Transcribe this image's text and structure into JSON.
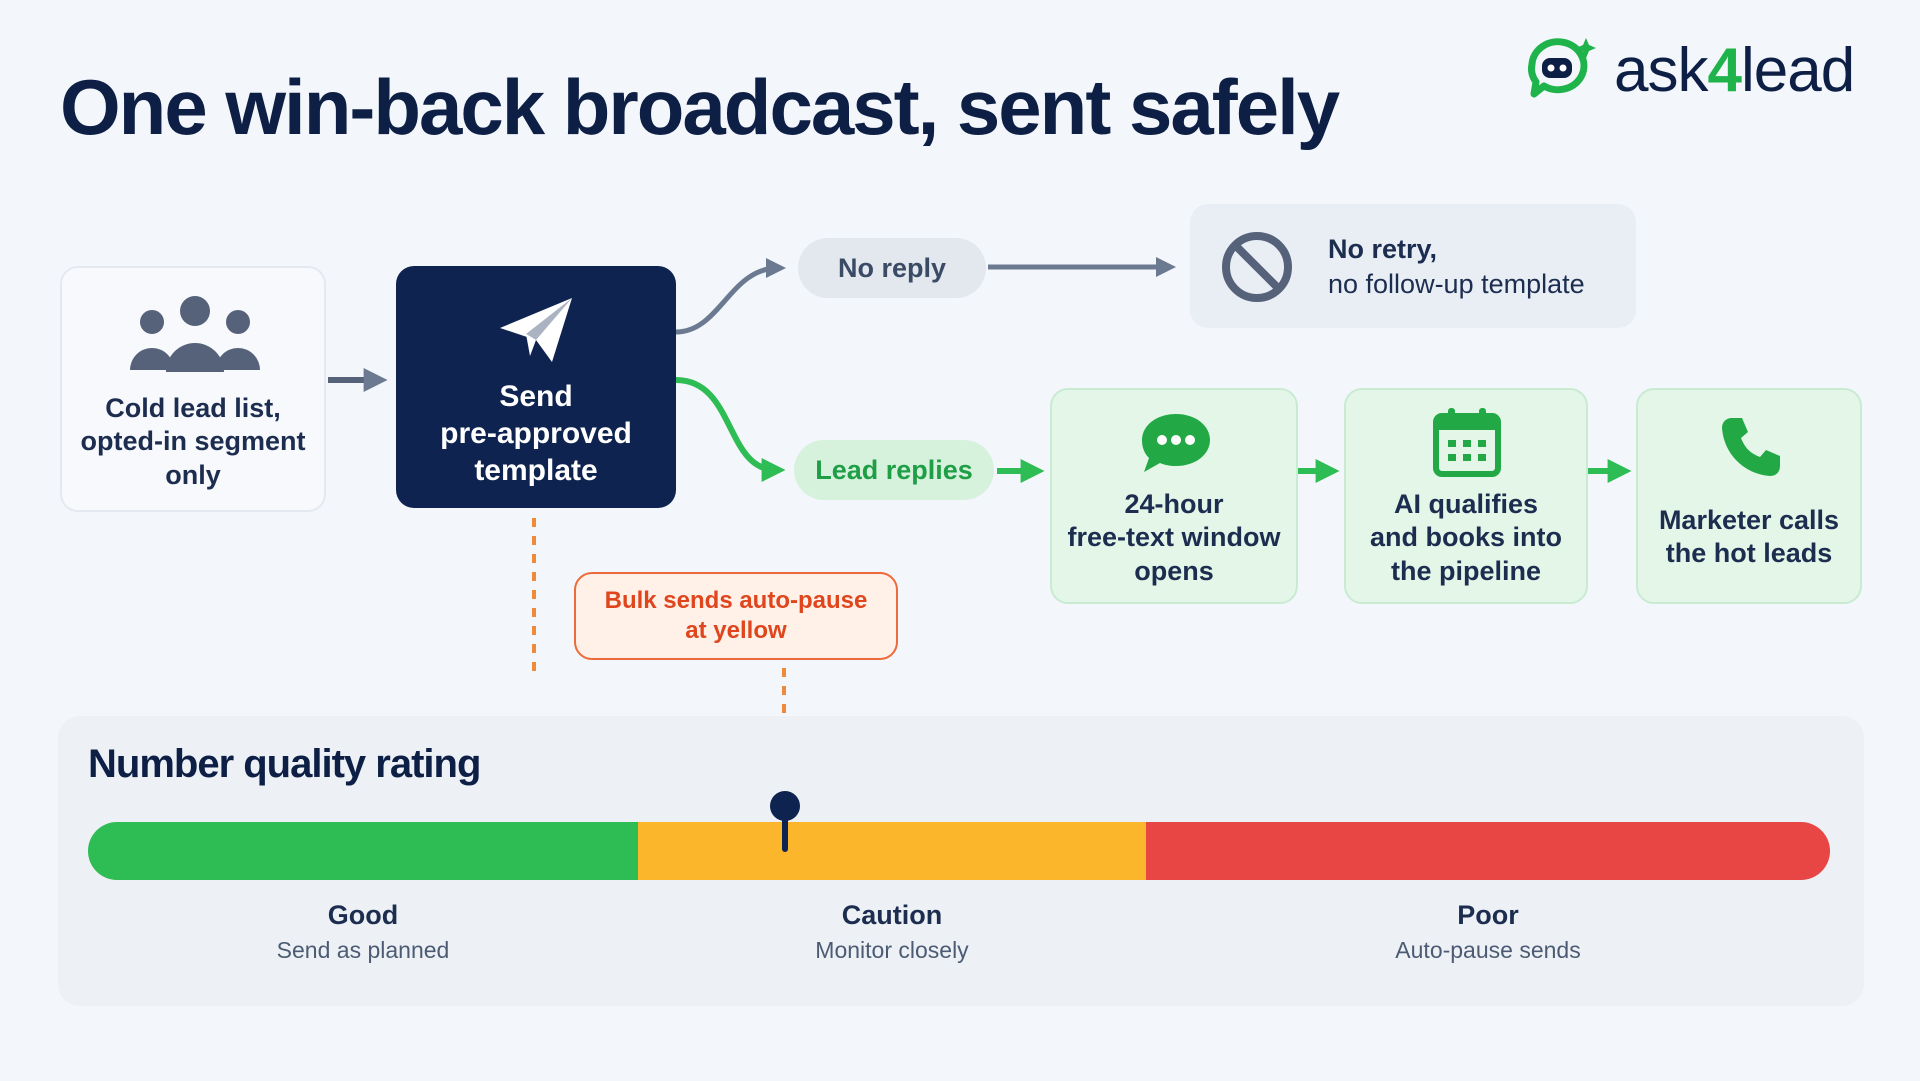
{
  "header": {
    "title": "One win-back broadcast, sent safely",
    "logo_text": "ask4lead"
  },
  "flow": {
    "cold_list": {
      "icon": "people-group-icon",
      "line1": "Cold lead list,",
      "line2": "opted-in segment",
      "line3": "only"
    },
    "send": {
      "icon": "paper-plane-icon",
      "line1": "Send",
      "line2": "pre-approved",
      "line3": "template"
    },
    "no_reply": {
      "label": "No reply",
      "outcome_icon": "prohibited-icon",
      "outcome_line1": "No retry,",
      "outcome_line2": "no follow-up template"
    },
    "lead_replies": {
      "label": "Lead replies"
    },
    "steps": [
      {
        "icon": "chat-bubble-icon",
        "line1": "24-hour",
        "line2": "free-text window",
        "line3": "opens"
      },
      {
        "icon": "calendar-icon",
        "line1": "AI qualifies",
        "line2": "and books into",
        "line3": "the pipeline"
      },
      {
        "icon": "phone-icon",
        "line1": "Marketer calls",
        "line2": "the hot leads"
      }
    ],
    "callout": {
      "line1": "Bulk sends auto-pause",
      "line2": "at yellow"
    }
  },
  "quality": {
    "title": "Number quality rating",
    "zones": [
      {
        "title": "Good",
        "desc": "Send as planned",
        "color": "#2ebc54"
      },
      {
        "title": "Caution",
        "desc": "Monitor closely",
        "color": "#fbb62c"
      },
      {
        "title": "Poor",
        "desc": "Auto-pause sends",
        "color": "#e84545"
      }
    ],
    "marker_fraction": 0.4
  },
  "colors": {
    "navy": "#0f2350",
    "green": "#2ebc54",
    "orange": "#ef6a3a",
    "gray_arrow": "#6b7a90"
  }
}
